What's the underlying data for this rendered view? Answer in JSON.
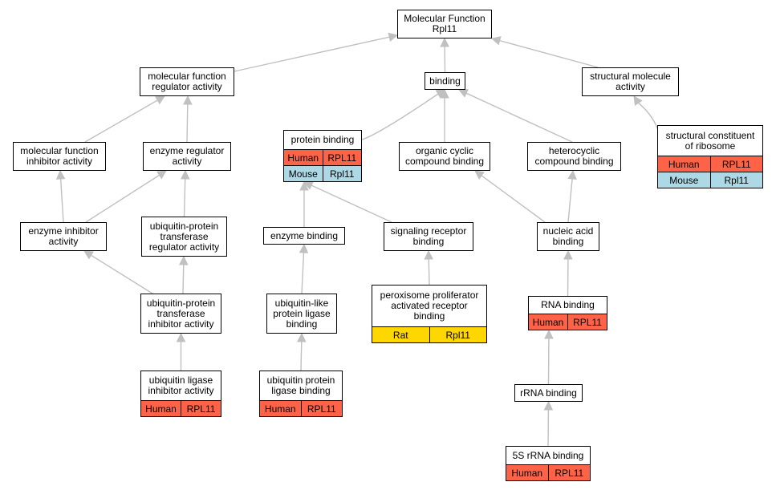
{
  "colors": {
    "edge": "#c0c0c0",
    "Human": "#ff6347",
    "Mouse": "#add8e6",
    "Rat": "#ffd700"
  },
  "nodes": {
    "mf_root": {
      "label": "Molecular Function\nRpl11",
      "rows": []
    },
    "mf_regulator": {
      "label": "molecular function\nregulator activity",
      "rows": []
    },
    "binding": {
      "label": "binding",
      "rows": []
    },
    "structural_molecule": {
      "label": "structural molecule\nactivity",
      "rows": []
    },
    "mf_inhibitor": {
      "label": "molecular function\ninhibitor activity",
      "rows": []
    },
    "enzyme_regulator": {
      "label": "enzyme regulator\nactivity",
      "rows": []
    },
    "protein_binding": {
      "label": "protein binding",
      "rows": [
        {
          "species": "Human",
          "gene": "RPL11"
        },
        {
          "species": "Mouse",
          "gene": "Rpl11"
        }
      ]
    },
    "organic_cyclic": {
      "label": "organic cyclic\ncompound binding",
      "rows": []
    },
    "heterocyclic": {
      "label": "heterocyclic\ncompound binding",
      "rows": []
    },
    "structural_ribosome": {
      "label": "structural constituent\nof ribosome",
      "rows": [
        {
          "species": "Human",
          "gene": "RPL11"
        },
        {
          "species": "Mouse",
          "gene": "Rpl11"
        }
      ]
    },
    "enzyme_inhibitor": {
      "label": "enzyme inhibitor\nactivity",
      "rows": []
    },
    "ub_transferase_regulator": {
      "label": "ubiquitin-protein\ntransferase\nregulator activity",
      "rows": []
    },
    "enzyme_binding": {
      "label": "enzyme binding",
      "rows": []
    },
    "signaling_receptor": {
      "label": "signaling receptor\nbinding",
      "rows": []
    },
    "nucleic_acid": {
      "label": "nucleic acid\nbinding",
      "rows": []
    },
    "ub_transferase_inhibitor": {
      "label": "ubiquitin-protein\ntransferase\ninhibitor activity",
      "rows": []
    },
    "ubl_ligase_binding": {
      "label": "ubiquitin-like\nprotein ligase\nbinding",
      "rows": []
    },
    "ppar_binding": {
      "label": "peroxisome proliferator\nactivated receptor\nbinding",
      "rows": [
        {
          "species": "Rat",
          "gene": "Rpl11"
        }
      ]
    },
    "rna_binding": {
      "label": "RNA binding",
      "rows": [
        {
          "species": "Human",
          "gene": "RPL11"
        }
      ]
    },
    "ub_ligase_inhibitor": {
      "label": "ubiquitin ligase\ninhibitor activity",
      "rows": [
        {
          "species": "Human",
          "gene": "RPL11"
        }
      ]
    },
    "ub_protein_ligase_binding": {
      "label": "ubiquitin protein\nligase binding",
      "rows": [
        {
          "species": "Human",
          "gene": "RPL11"
        }
      ]
    },
    "rrna_binding": {
      "label": "rRNA binding",
      "rows": []
    },
    "5s_rrna_binding": {
      "label": "5S rRNA binding",
      "rows": [
        {
          "species": "Human",
          "gene": "RPL11"
        }
      ]
    }
  },
  "edges": [
    [
      "mf_regulator",
      "mf_root"
    ],
    [
      "binding",
      "mf_root"
    ],
    [
      "structural_molecule",
      "mf_root"
    ],
    [
      "mf_inhibitor",
      "mf_regulator"
    ],
    [
      "enzyme_regulator",
      "mf_regulator"
    ],
    [
      "protein_binding",
      "binding"
    ],
    [
      "organic_cyclic",
      "binding"
    ],
    [
      "heterocyclic",
      "binding"
    ],
    [
      "structural_ribosome",
      "structural_molecule"
    ],
    [
      "enzyme_inhibitor",
      "mf_inhibitor"
    ],
    [
      "enzyme_inhibitor",
      "enzyme_regulator"
    ],
    [
      "ub_transferase_regulator",
      "enzyme_regulator"
    ],
    [
      "enzyme_binding",
      "protein_binding"
    ],
    [
      "signaling_receptor",
      "protein_binding"
    ],
    [
      "nucleic_acid",
      "organic_cyclic"
    ],
    [
      "nucleic_acid",
      "heterocyclic"
    ],
    [
      "ub_transferase_inhibitor",
      "enzyme_inhibitor"
    ],
    [
      "ub_transferase_inhibitor",
      "ub_transferase_regulator"
    ],
    [
      "ubl_ligase_binding",
      "enzyme_binding"
    ],
    [
      "ppar_binding",
      "signaling_receptor"
    ],
    [
      "rna_binding",
      "nucleic_acid"
    ],
    [
      "ub_ligase_inhibitor",
      "ub_transferase_inhibitor"
    ],
    [
      "ub_protein_ligase_binding",
      "ubl_ligase_binding"
    ],
    [
      "rrna_binding",
      "rna_binding"
    ],
    [
      "5s_rrna_binding",
      "rrna_binding"
    ]
  ]
}
